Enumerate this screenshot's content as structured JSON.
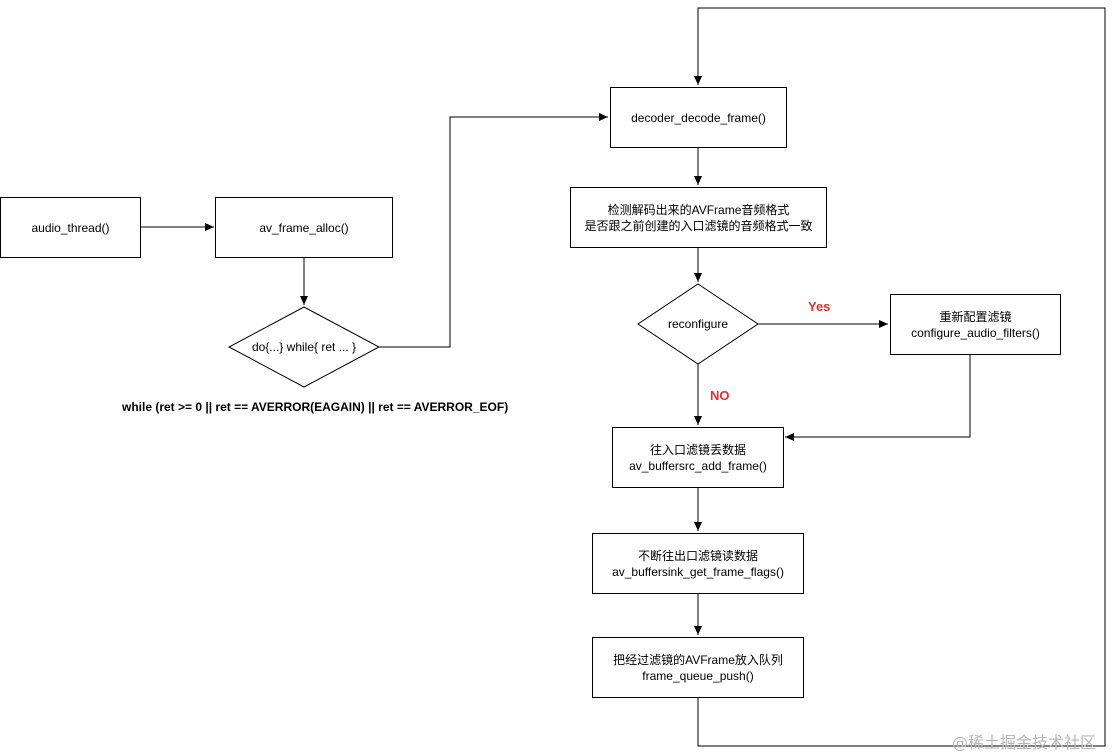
{
  "colors": {
    "stroke": "#000000",
    "label_red": "#e03030",
    "watermark": "#b8b8b8"
  },
  "nodes": {
    "audio_thread": "audio_thread()",
    "av_frame_alloc": "av_frame_alloc()",
    "do_while": "do{...} while{ ret ... }",
    "decoder_decode_frame": "decoder_decode_frame()",
    "check_format": {
      "line1": "检测解码出来的AVFrame音频格式",
      "line2": "是否跟之前创建的入口滤镜的音频格式一致"
    },
    "reconfigure": "reconfigure",
    "configure_filters": {
      "line1": "重新配置滤镜",
      "line2": "configure_audio_filters()"
    },
    "buffersrc": {
      "line1": "往入口滤镜丢数据",
      "line2": "av_buffersrc_add_frame()"
    },
    "buffersink": {
      "line1": "不断往出口滤镜读数据",
      "line2": "av_buffersink_get_frame_flags()"
    },
    "queue_push": {
      "line1": "把经过滤镜的AVFrame放入队列",
      "line2": "frame_queue_push()"
    }
  },
  "edge_labels": {
    "yes": "Yes",
    "no": "NO"
  },
  "note": "while (ret >= 0 || ret == AVERROR(EAGAIN) || ret == AVERROR_EOF)",
  "watermark": "@稀土掘金技术社区"
}
